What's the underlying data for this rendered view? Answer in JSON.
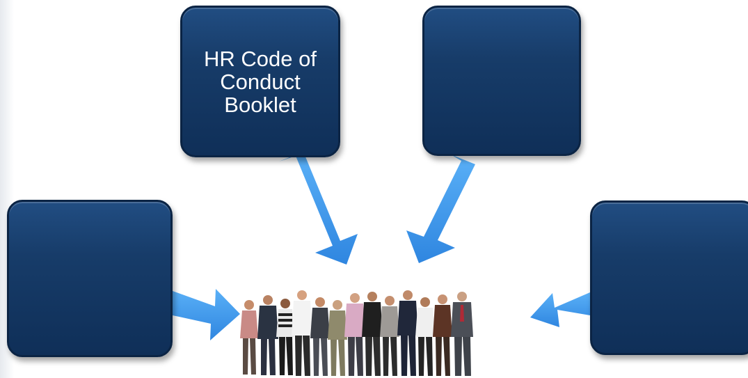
{
  "diagram": {
    "boxes": [
      {
        "id": "top-left",
        "label": "HR Code of Conduct Booklet"
      },
      {
        "id": "top-right",
        "label": ""
      },
      {
        "id": "left",
        "label": ""
      },
      {
        "id": "right",
        "label": ""
      }
    ],
    "center_image": "group-of-people",
    "colors": {
      "box_fill": "#173c69",
      "box_border": "#0b2444",
      "box_text": "#ffffff",
      "arrow": "#3f9bef"
    }
  }
}
